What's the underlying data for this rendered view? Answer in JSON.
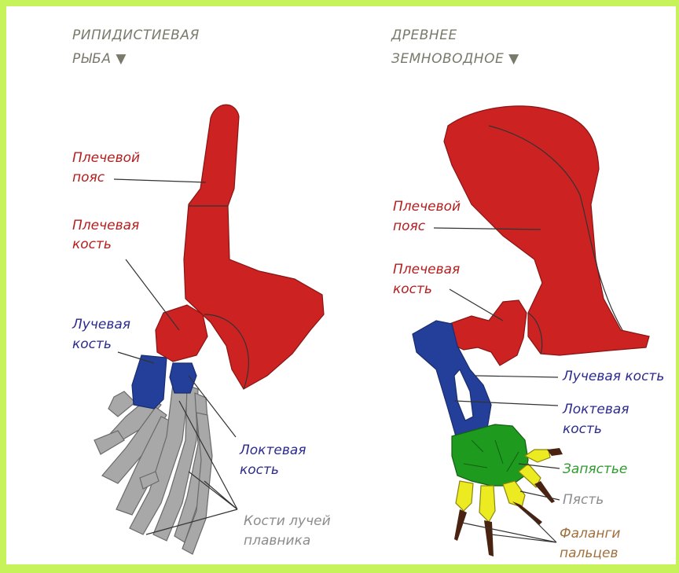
{
  "titles": {
    "fish_line1": "РИПИДИСТИЕВАЯ",
    "fish_line2": "РЫБА ▼",
    "amphibian_line1": "ДРЕВНЕЕ",
    "amphibian_line2": "ЗЕМНОВОДНОЕ ▼"
  },
  "fish_labels": {
    "shoulder_girdle_1": "Плечевой",
    "shoulder_girdle_2": "пояс",
    "humerus_1": "Плечевая",
    "humerus_2": "кость",
    "radius_1": "Лучевая",
    "radius_2": "кость",
    "ulna_1": "Локтевая",
    "ulna_2": "кость",
    "fin_rays_1": "Кости лучей",
    "fin_rays_2": "плавника"
  },
  "amphibian_labels": {
    "shoulder_girdle_1": "Плечевой",
    "shoulder_girdle_2": "пояс",
    "humerus_1": "Плечевая",
    "humerus_2": "кость",
    "radius": "Лучевая кость",
    "ulna_1": "Локтевая",
    "ulna_2": "кость",
    "carpus": "Запястье",
    "metacarpus": "Пясть",
    "phalanges_1": "Фаланги",
    "phalanges_2": "пальцев"
  },
  "colors": {
    "frame": "#c6f25a",
    "shoulder_label": "#b31e1e",
    "radius_ulna_label": "#2c2a8c",
    "carpus_label": "#2f9a2f",
    "metacarpus_label": "#8c8c8c",
    "phalanges_label": "#a0703e"
  }
}
